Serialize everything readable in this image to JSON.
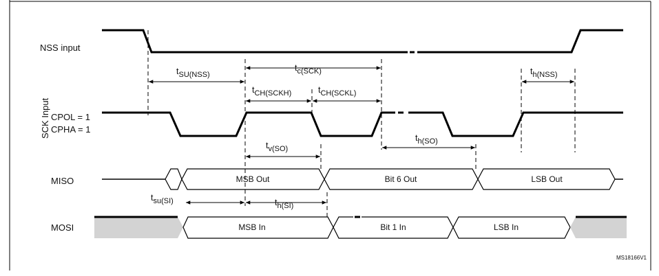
{
  "signals": {
    "nss": "NSS input",
    "sck_group": "SCK Input",
    "cpol": "CPOL = 1",
    "cpha": "CPHA = 1",
    "miso": "MISO",
    "mosi": "MOSI"
  },
  "timings": {
    "tsu_nss": {
      "main": "t",
      "sub": "SU(NSS)"
    },
    "tc_sck": {
      "main": "t",
      "sub": "c(SCK)"
    },
    "th_nss": {
      "main": "t",
      "sub": "h(NSS)"
    },
    "tch_sckh": {
      "main": "t",
      "sub": "CH(SCKH)"
    },
    "tch_sckl": {
      "main": "t",
      "sub": "CH(SCKL)"
    },
    "tv_so": {
      "main": "t",
      "sub": "v(SO)"
    },
    "th_so": {
      "main": "t",
      "sub": "h(SO)"
    },
    "tsu_si": {
      "main": "t",
      "sub": "su(SI)"
    },
    "th_si": {
      "main": "t",
      "sub": "h(SI)"
    }
  },
  "miso_fields": [
    "MSB Out",
    "Bit 6 Out",
    "LSB Out"
  ],
  "mosi_fields": [
    "MSB In",
    "Bit 1 In",
    "LSB In"
  ],
  "figure_ref": "MS18166V1"
}
